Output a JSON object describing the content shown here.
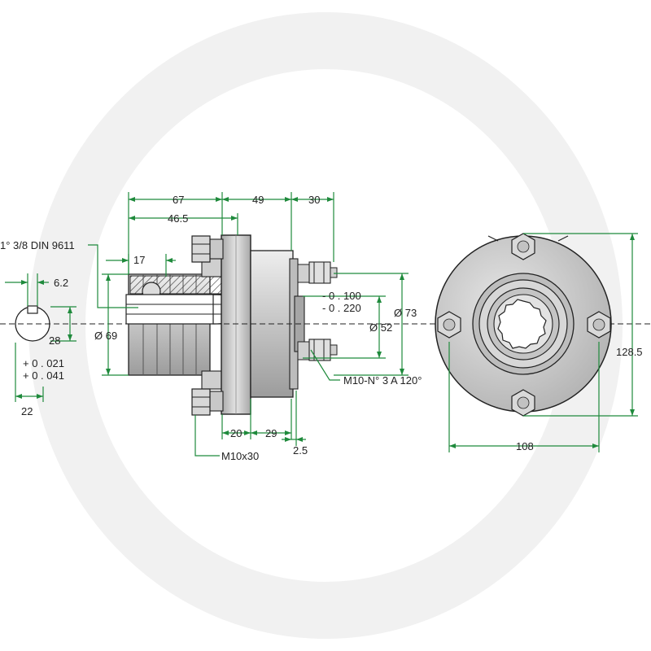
{
  "colors": {
    "dimension": "#1f8a3c",
    "part_light": "#d4d4d4",
    "part_mid": "#b5b5b5",
    "part_dark": "#8a8a8a",
    "outline": "#222222",
    "watermark": "#f1f1f1"
  },
  "labels": {
    "d67": "67",
    "d49": "49",
    "d30": "30",
    "d46_5": "46.5",
    "spline": "1° 3/8 DIN 9611",
    "d17": "17",
    "d6_2": "6.2",
    "d28": "28",
    "tol1_a": "+ 0 . 021",
    "tol1_b": "+ 0 . 041",
    "d22": "22",
    "d69": "Ø 69",
    "tol2_a": "- 0 . 100",
    "tol2_b": "- 0 . 220",
    "d52": "Ø 52",
    "d73": "Ø 73",
    "m10n3": "M10-N° 3 A 120°",
    "d20": "20",
    "d29": "29",
    "d2_5": "2.5",
    "m10x30": "M10x30",
    "d128_5": "128.5",
    "d108": "108"
  }
}
